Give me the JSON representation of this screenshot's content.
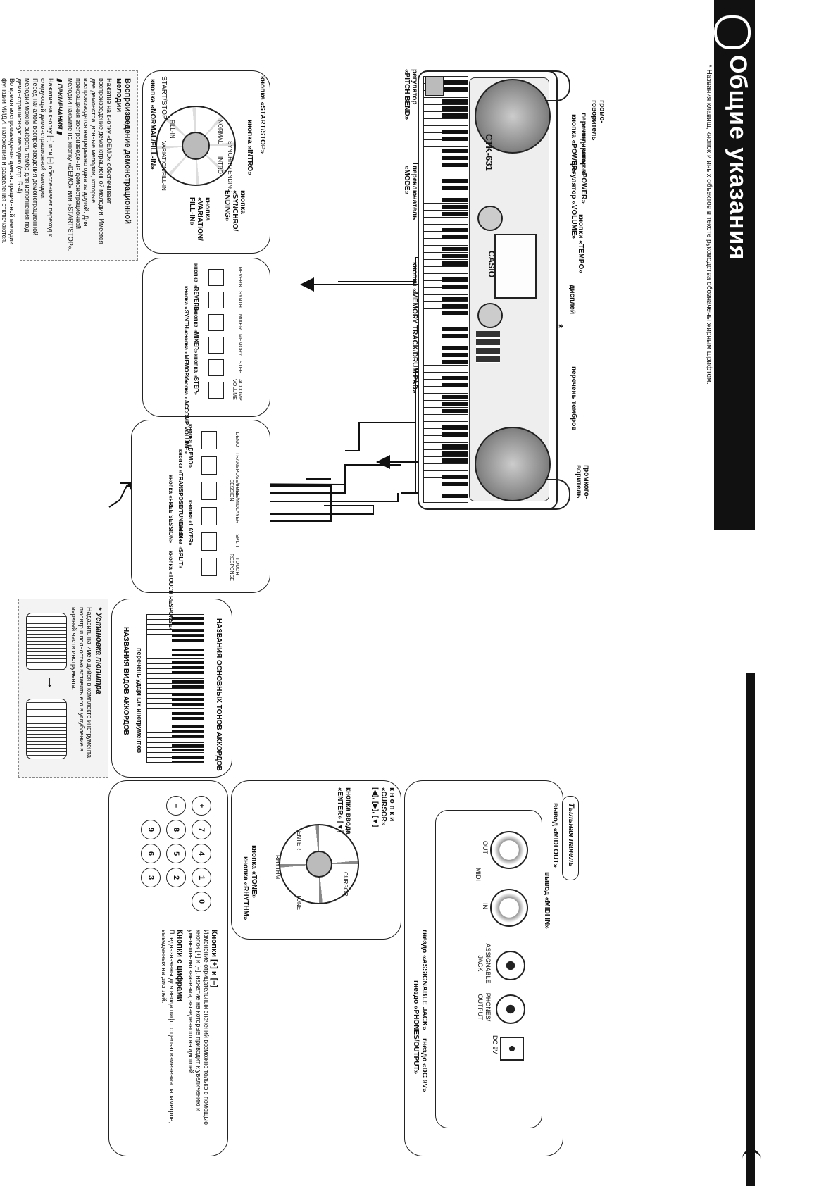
{
  "page": {
    "title": "Общие указания",
    "footnote": "* Названия клавиш, кнопок и иных объектов в тексте руководства обозначены жирным шрифтом."
  },
  "keyboard": {
    "model": "CTK-631",
    "brand": "CASIO",
    "callouts": {
      "speaker_left": "громо-\nговоритель",
      "rhythm_list": "перечень ритмов",
      "power_button": "кнопка «POWER»",
      "power_indicator": "индикатор «POWER»",
      "volume": "регулятор «VOLUME»",
      "tempo": "кнопки «TEMPO»",
      "display": "дисплей",
      "asterisk": "*",
      "tone_list": "перечень тембров",
      "speaker_right": "громкого-\nворитель",
      "pitch_bend": "регулятор\n«PITCH BEND»",
      "mode": "переключатель\n«MODE»",
      "memory_pad": "кнопки «MEMORY TRACK/DRUM PAD»"
    }
  },
  "box_rhythm": {
    "labels": {
      "start_stop_top": "кнопка «START/STOP»",
      "intro": "кнопка «INTRO»",
      "synchro": "кнопка\n«SYNCHRO/\nENDING»",
      "variation": "кнопка\n«VARIATION/\nFILL-IN»",
      "normal": "кнопка «NORMAL/FILL-IN»",
      "start_stop_btm": "START/STOP"
    },
    "panel": [
      "INTRO",
      "NORMAL",
      "SYNCHRO ENDING",
      "FILL-IN",
      "VARIATION/FILL-IN"
    ]
  },
  "box_buttons": {
    "panel": [
      "REVERB",
      "SYNTH",
      "MIXER",
      "MEMORY",
      "STEP",
      "ACCOMP VOLUME"
    ],
    "labels": [
      "кнопка «REVERB»",
      "кнопка «SYNTH»",
      "кнопка «MIXER»",
      "кнопка «MEMORY»",
      "кнопка «STEP»",
      "кнопка «ACCOMP VOLUME»"
    ]
  },
  "box_demo": {
    "panel": [
      "DEMO",
      "TRANSPOSE/TUNE/MIDI",
      "FREE SESSION",
      "LAYER",
      "SPLIT",
      "TOUCH RESPONSE"
    ],
    "labels": [
      "кнопка «DEMO»",
      "кнопка «TRANSPOSE/TUNE/MIDI»",
      "кнопка «FREE SESSION»",
      "кнопка «LAYER»",
      "кнопка «SPLIT»",
      "кнопка «TOUCH RESPONSE»"
    ]
  },
  "box_text": {
    "heading": "Воспроизведение демонстрационной мелодии",
    "body": "Нажатие на кнопку «DEMO» обеспечивает воспроизведение демонстрационной мелодии. Имеется две демонстрационные мелодии, которые воспроизводятся непрерывно одна за другой. Для прекращения воспроизведения демонстрационной мелодии нажмите на кнопку «DEMO» или «START/STOP».",
    "notes_heading": "▮ ПРИМЕЧАНИЯ ▮",
    "notes": [
      "Нажатие на кнопку [+] или [–] обеспечивает переход к следующей демонстрационной мелодии.",
      "Перед началом воспроизведения демонстрационной мелодии можно выбрать тембр для исполнения под демонстрационную мелодию (стр. R-4).",
      "Во время воспроизведения демонстрационной мелодии функции МИДИ, наложения и разделения отключаются."
    ]
  },
  "rear_panel": {
    "title": "Тыльная панель",
    "jacks": [
      "OUT",
      "MIDI",
      "IN",
      "ASSIGNABLE JACK",
      "PHONES/ OUTPUT",
      "DC 9V"
    ],
    "labels": {
      "midi_out": "вывод «MIDI OUT»",
      "midi_in": "вывод «MIDI IN»",
      "assignable": "гнездо «ASSIGNABLE JACK»",
      "phones": "гнездо «PHONES/OUTPUT»",
      "dc": "гнездо «DC 9V»"
    }
  },
  "box_cursor": {
    "cursor": "к н о п к и\n«CURSOR»\n[◀], [▶], [▼]",
    "enter": "кнопка ввода\n«ENTER» [▼]",
    "tone": "кнопка «TONE»",
    "rhythm": "кнопка «RHYTHM»",
    "panel": [
      "CURSOR",
      "TONE",
      "RHYTHM",
      "ENTER"
    ]
  },
  "box_numbers": {
    "heading1": "Кнопки [+] и [–]",
    "text1": "Изменение отрицательных значений возможно только с помощью кнопок [+] и [–], нажатие на которые приводит к увеличению и уменьшению значения, выведенного на дисплей.",
    "heading2": "Кнопки с цифрами",
    "text2": "Предназначены для ввода цифр с целью изменения параметров, выведенных на дисплей.",
    "keys": [
      "+",
      "–",
      "7",
      "8",
      "9",
      "4",
      "5",
      "6",
      "1",
      "2",
      "3",
      "0"
    ]
  },
  "box_chords": {
    "top": "НАЗВАНИЯ ОСНОВНЫХ ТОНОВ АККОРДОВ",
    "mid": "перечень ударных инструментов",
    "bottom": "НАЗВАНИЯ ВИДОВ АККОРДОВ"
  },
  "box_stand": {
    "heading": "* Установка пюпитра",
    "text": "Надавить на имеющийся в комплекте инструмента пюпитр и полностью вставить его в углубление в верхней части инструмента."
  }
}
